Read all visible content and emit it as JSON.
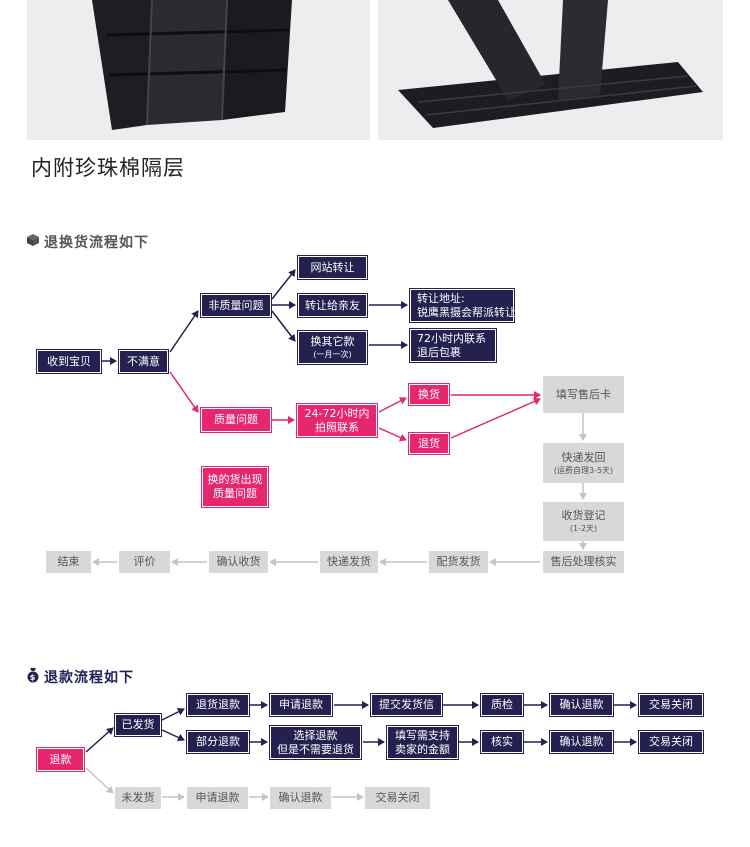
{
  "caption": "内附珍珠棉隔层",
  "colors": {
    "dark": "#24204f",
    "pink": "#e6276f",
    "grey": "#d8d8d8",
    "grey_text": "#555555"
  },
  "exchange_flow": {
    "title": "退换货流程如下",
    "icon": "box-icon",
    "received": "收到宝贝",
    "dissatisfied": "不满意",
    "non_quality": "非质量问题",
    "site_transfer": "网站转让",
    "transfer_friends": "转让给亲友",
    "transfer_address": [
      "转让地址:",
      "锐鹰黑摄会帮派转让"
    ],
    "exchange_other": "换其它款",
    "exchange_other_note": "(一月一次)",
    "contact_72h": [
      "72小时内联系",
      "退后包裹"
    ],
    "quality_issue": "质量问题",
    "photo_contact_24_72": [
      "24-72小时内",
      "拍照联系"
    ],
    "exchange": "换货",
    "return": "退货",
    "exchange_quality": [
      "换的货出现",
      "质量问题"
    ],
    "fill_card": "填写售后卡",
    "express_back": "快递发回",
    "express_back_note": "(运费自理3-5天)",
    "receipt_register": "收货登记",
    "receipt_register_note": "(1-2天)",
    "aftersale_check": "售后处理核实",
    "ship_goods": "配货发货",
    "express_ship": "快递发货",
    "confirm_receipt": "确认收货",
    "review": "评价",
    "end": "结束"
  },
  "refund_flow": {
    "title": "退款流程如下",
    "icon": "money-bag-icon",
    "refund": "退款",
    "shipped": "已发货",
    "not_shipped": "未发货",
    "return_refund": "退货退款",
    "apply_refund": "申请退款",
    "submit_return": "提交发货信",
    "quality_check": "质检",
    "confirm_refund": "确认退款",
    "deal_closed": "交易关闭",
    "partial_refund": "部分退款",
    "choose_refund": [
      "选择退款",
      "但是不需要退货"
    ],
    "fill_amount": [
      "填写需支持",
      "卖家的金额"
    ],
    "verify": "核实",
    "confirm_refund_2": "确认退款",
    "deal_closed_2": "交易关闭",
    "apply_refund_ns": "申请退款",
    "confirm_refund_ns": "确认退款",
    "deal_closed_ns": "交易关闭"
  }
}
